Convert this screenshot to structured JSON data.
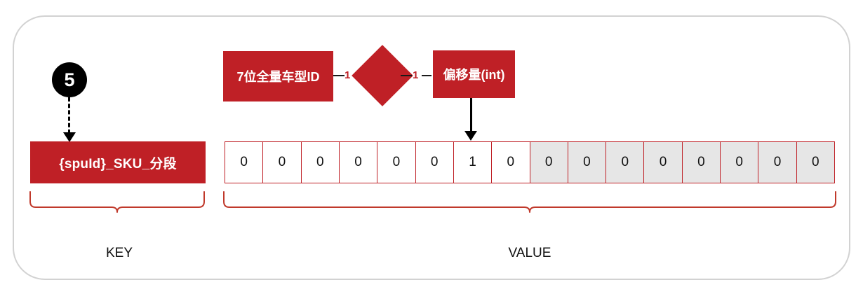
{
  "diagram": {
    "step_badge": "5",
    "key_box_label": "{spuId}_SKU_分段",
    "er": {
      "entity_left_label": "7位全量车型ID",
      "entity_right_label": "偏移量(int)",
      "cardinality_left": "1",
      "cardinality_right": "1"
    },
    "bits": {
      "cells": [
        {
          "value": "0",
          "shaded": false
        },
        {
          "value": "0",
          "shaded": false
        },
        {
          "value": "0",
          "shaded": false
        },
        {
          "value": "0",
          "shaded": false
        },
        {
          "value": "0",
          "shaded": false
        },
        {
          "value": "0",
          "shaded": false
        },
        {
          "value": "1",
          "shaded": false
        },
        {
          "value": "0",
          "shaded": false
        },
        {
          "value": "0",
          "shaded": true
        },
        {
          "value": "0",
          "shaded": true
        },
        {
          "value": "0",
          "shaded": true
        },
        {
          "value": "0",
          "shaded": true
        },
        {
          "value": "0",
          "shaded": true
        },
        {
          "value": "0",
          "shaded": true
        },
        {
          "value": "0",
          "shaded": true
        },
        {
          "value": "0",
          "shaded": true
        }
      ]
    },
    "captions": {
      "key": "KEY",
      "value": "VALUE"
    },
    "colors": {
      "brand_red": "#bf2026",
      "shaded_cell": "#e6e6e6",
      "frame_border": "#d2d2d2",
      "badge": "#000000"
    }
  }
}
